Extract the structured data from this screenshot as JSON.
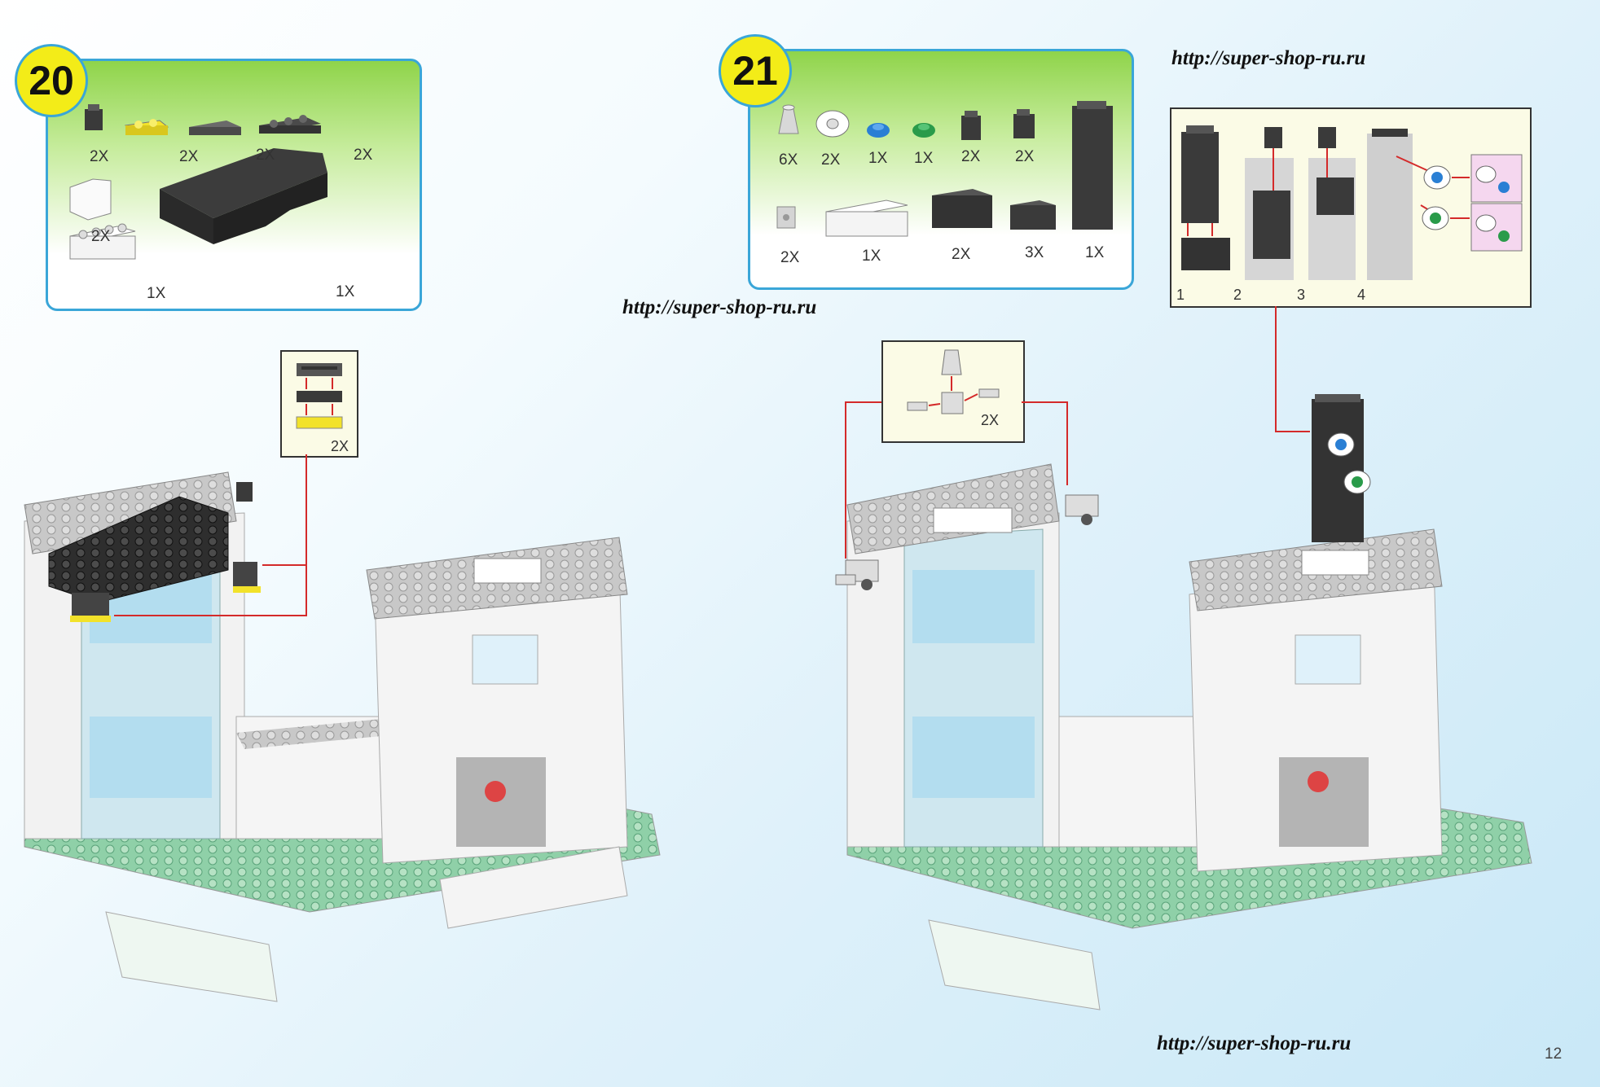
{
  "step20": {
    "number": "20",
    "parts": [
      "2X",
      "2X",
      "2X",
      "2X",
      "2X",
      "1X",
      "1X"
    ],
    "callout_qty": "2X"
  },
  "step21": {
    "number": "21",
    "parts_row1": [
      "6X",
      "2X",
      "1X",
      "1X",
      "2X",
      "2X"
    ],
    "parts_row2": [
      "2X",
      "1X",
      "2X",
      "3X",
      "1X"
    ],
    "callout_qty": "2X",
    "substeps": [
      "1",
      "2",
      "3",
      "4"
    ]
  },
  "watermarks": [
    "http://super-shop-ru.ru",
    "http://super-shop-ru.ru",
    "http://super-shop-ru.ru"
  ],
  "page_number": "12",
  "colors": {
    "frame": "#3aa6d8",
    "badge": "#f3ec18",
    "arrow": "#d42a2a"
  }
}
